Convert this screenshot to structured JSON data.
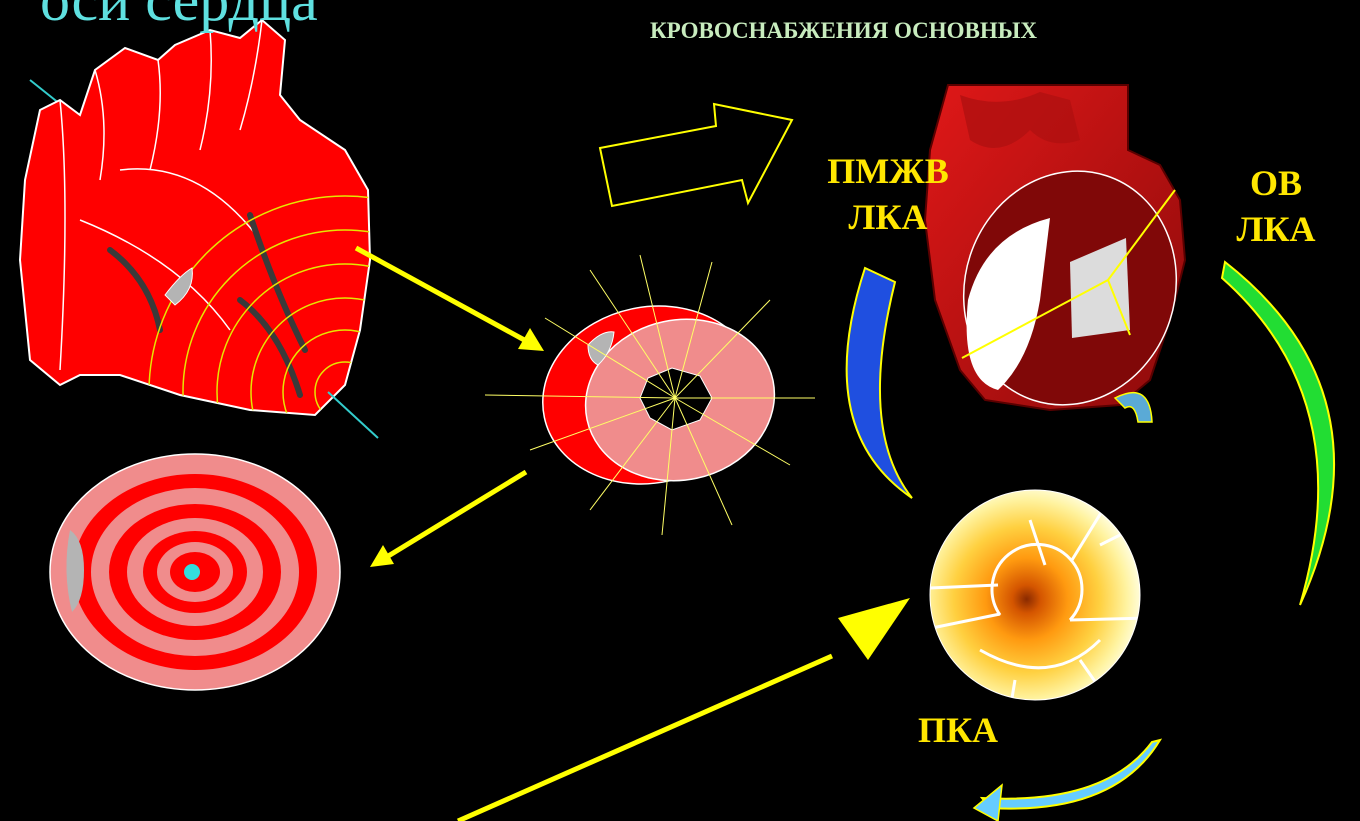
{
  "texts": {
    "title_partial": "оси сердца",
    "header_partial": "КРОВОСНАБЖЕНИЯ ОСНОВНЫХ",
    "pmzv_line1": "ПМЖВ",
    "pmzv_line2": "ЛКА",
    "ov_line1": "ОВ",
    "ov_line2": "ЛКА",
    "pka": "ПКА"
  },
  "colors": {
    "background": "#000000",
    "title": "#5fe0e0",
    "header": "#c8ecbe",
    "labels": "#ffe600",
    "myocardium": "#ff0000",
    "pink": "#f08c8c",
    "arrow_yellow": "#ffff00",
    "arc_blue": "#1f4fe0",
    "arc_green": "#22dd33",
    "arc_lightblue": "#5aaad6",
    "arc_sky": "#66ccff"
  },
  "icons": {
    "heart": "heart-illustration",
    "slice": "myocardium-slice-icon",
    "bullseye": "bullseye-polar-map-icon",
    "scan": "perfusion-polar-scan-icon",
    "cutaway": "heart-cutaway-icon"
  }
}
